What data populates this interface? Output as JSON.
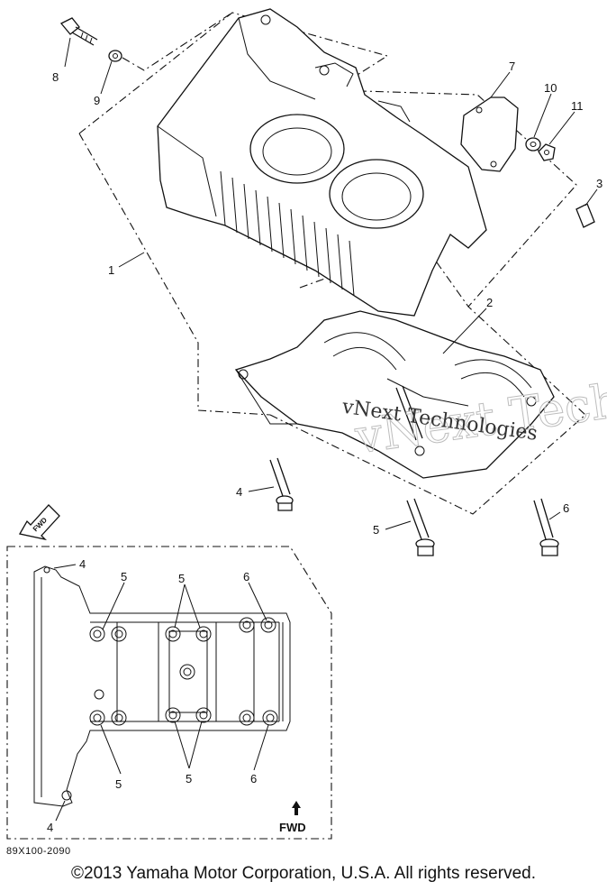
{
  "diagram": {
    "callouts": [
      {
        "id": "callout-1",
        "text": "1"
      },
      {
        "id": "callout-2",
        "text": "2"
      },
      {
        "id": "callout-3",
        "text": "3"
      },
      {
        "id": "callout-4",
        "text": "4"
      },
      {
        "id": "callout-5",
        "text": "5"
      },
      {
        "id": "callout-6",
        "text": "6"
      },
      {
        "id": "callout-7",
        "text": "7"
      },
      {
        "id": "callout-8",
        "text": "8"
      },
      {
        "id": "callout-9",
        "text": "9"
      },
      {
        "id": "callout-10",
        "text": "10"
      },
      {
        "id": "callout-11",
        "text": "11"
      }
    ],
    "inset_labels": {
      "top_4": "4",
      "top_5_left": "5",
      "top_5_mid": "5",
      "top_6": "6",
      "bottom_5_left": "5",
      "bottom_5_mid": "5",
      "bottom_6": "6",
      "bottom_4": "4"
    },
    "fwd_arrow_label": "FWD",
    "inset_fwd_label": "FWD",
    "watermark": "vNext Technologies",
    "part_number": "89X100-2090"
  },
  "footer": {
    "copyright": "©2013 Yamaha Motor Corporation, U.S.A. All rights reserved."
  }
}
